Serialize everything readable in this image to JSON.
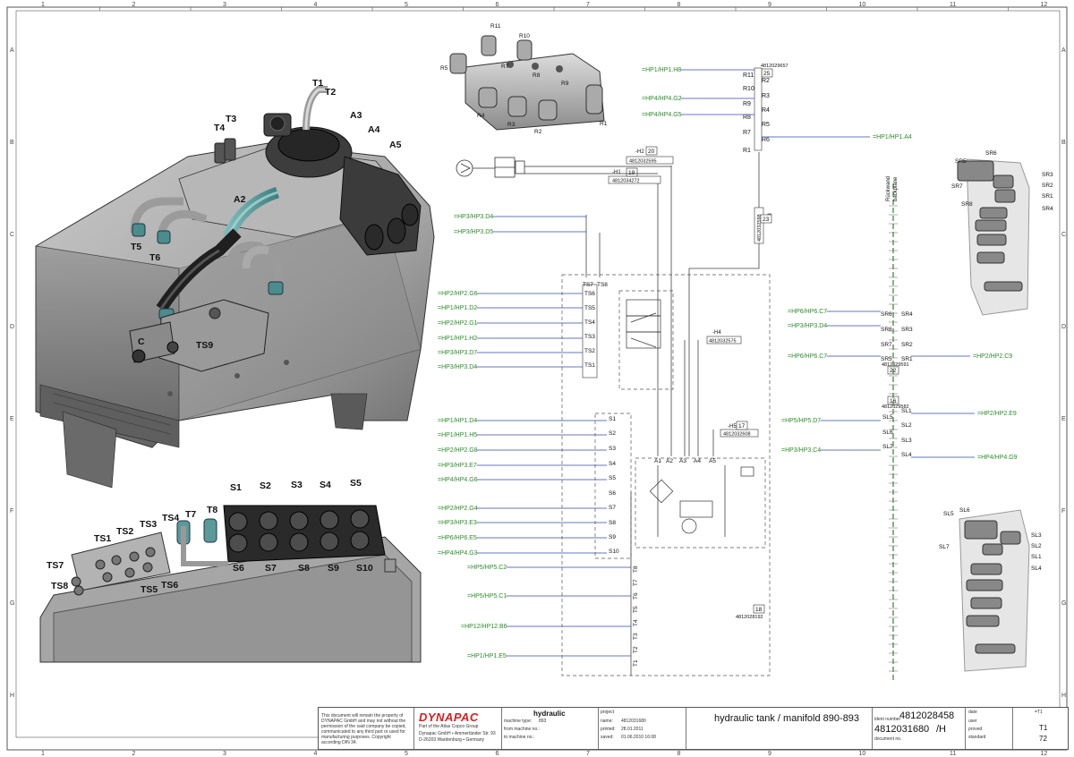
{
  "border": {
    "columns": [
      "1",
      "2",
      "3",
      "4",
      "5",
      "6",
      "7",
      "8",
      "9",
      "10",
      "11",
      "12"
    ],
    "rows": [
      "A",
      "B",
      "C",
      "D",
      "E",
      "F",
      "G",
      "H"
    ]
  },
  "tank_labels": {
    "T1": "T1",
    "T2": "T2",
    "T3": "T3",
    "T4": "T4",
    "T5": "T5",
    "T6": "T6",
    "A2": "A2",
    "A3": "A3",
    "A4": "A4",
    "A5": "A5",
    "C": "C",
    "TS9": "TS9"
  },
  "manifold_labels": {
    "S": [
      "S1",
      "S2",
      "S3",
      "S4",
      "S5"
    ],
    "S_bottom": [
      "S6",
      "S7",
      "S8",
      "S9",
      "S10"
    ],
    "TS": [
      "TS1",
      "TS2",
      "TS3",
      "TS4",
      "TS5",
      "TS6",
      "TS7",
      "TS8"
    ],
    "T7": "T7",
    "T8": "T8"
  },
  "block_r_labels": [
    "R11",
    "R10",
    "R5",
    "R7",
    "R8",
    "R9",
    "R4",
    "R3",
    "R2",
    "R1"
  ],
  "block_sr_labels": [
    "SR5",
    "SR6",
    "SR7",
    "SR8",
    "SR3",
    "SR2",
    "SR1",
    "SR4"
  ],
  "block_sl_labels": [
    "SL5",
    "SL6",
    "SL7",
    "SL3",
    "SL2",
    "SL1",
    "SL4"
  ],
  "refs_r": [
    "=HP1/HP1.H8",
    "=HP4/HP4.G2",
    "=HP4/HP4.G5"
  ],
  "ref_r_out": "=HP1/HP1.A4",
  "refs_conv": [
    "=HP3/HP3.D4",
    "=HP3/HP3.D5"
  ],
  "refs_ts": [
    "=HP2/HP2.G6",
    "=HP1/HP1.D2",
    "=HP2/HP2.G1",
    "=HP1/HP1.H2",
    "=HP3/HP3.D7",
    "=HP3/HP3.D4"
  ],
  "refs_s": [
    "=HP1/HP1.D4",
    "=HP1/HP1.H5",
    "=HP2/HP2.G8",
    "=HP3/HP3.E7",
    "=HP4/HP4.G6",
    "=HP2/HP2.G4",
    "=HP3/HP3.E3",
    "=HP6/HP6.E5",
    "=HP4/HP4.G3"
  ],
  "refs_t": [
    "=HP5/HP5.C2",
    "=HP5/HP5.C1",
    "=HP12/HP12.B6",
    "=HP1/HP1.E5"
  ],
  "refs_sr": [
    "=HP6/HP6.C7",
    "=HP3/HP3.D4",
    "=HP6/HP6.C7"
  ],
  "ref_sr_out": "=HP2/HP2.C9",
  "refs_sl": [
    "=HP5/HP5.D7",
    "=HP3/HP3.C4"
  ],
  "refs_sl_out": [
    "=HP2/HP2.E9",
    "=HP4/HP4.G9"
  ],
  "part_numbers": {
    "r_block": "4812029657",
    "h1": "4812034272",
    "h2": "4812032595",
    "h3": "4812032598",
    "h4": "4812032575",
    "h5": "4812032608",
    "n18": "4812028192",
    "n22": "4812029591",
    "n16": "4812029582"
  },
  "boxes": {
    "n25": "25",
    "n20": "20",
    "n19": "19",
    "n23": "23",
    "n17": "17",
    "n18": "18",
    "n22": "22",
    "n16": "16"
  },
  "hose_tags": {
    "h1": "-H1",
    "h2": "-H2",
    "h3": "-H3",
    "h4": "-H4",
    "h5": "-H5"
  },
  "r_ports": [
    "R11",
    "R2",
    "R10",
    "R3",
    "R9",
    "R4",
    "R8",
    "R5",
    "R7",
    "R6",
    "R1"
  ],
  "ts_ports": [
    "TS6",
    "TS5",
    "TS4",
    "TS3",
    "TS2",
    "TS1"
  ],
  "ts_top": [
    "TS7",
    "TS8"
  ],
  "s_ports": [
    "S1",
    "S2",
    "S3",
    "S4",
    "S5",
    "S6",
    "S7",
    "S8",
    "S9",
    "S10"
  ],
  "t_ports": [
    "T8",
    "T7",
    "T6",
    "T5",
    "T4",
    "T3",
    "T2",
    "T1"
  ],
  "a_ports": [
    "A1",
    "A2",
    "A3",
    "A4",
    "A5"
  ],
  "sr_ports": [
    "SR6",
    "SR4",
    "SR8",
    "SR3",
    "SR7",
    "SR2",
    "SR5",
    "SR1"
  ],
  "sl_ports": [
    "SL5",
    "SL1",
    "SL6",
    "SL2",
    "SL3",
    "SL7",
    "SL4"
  ],
  "ruckwand": "Rückwand\nbackplane",
  "title": {
    "disclaimer": "This document will remain the property of DYNAPAC GmbH and may not without the permission of the said company be copied, communicated to any third part or used for manufacturing purposes. Copyright according DIN 34.",
    "company": "DYNAPAC",
    "group": "Part of the Atlas Copco Group",
    "address1": "Dynapac GmbH ▪ Ammerländer Str. 93",
    "address2": "D-26203 Wardenburg ▪ Germany",
    "sheet_kind": "hydraulic",
    "machine_type_label": "machine type:",
    "machine_type": "893",
    "from_machine_label": "from machine no.:",
    "to_machine_label": "to machine no.:",
    "project_label": "project",
    "name_label": "name:",
    "name": "4812031680",
    "printed_label": "printed:",
    "printed": "28.01.2011",
    "saved_label": "saved:",
    "saved": "01.06.2010 16:08",
    "description": "hydraulic tank / manifold 890-893",
    "ident_label": "ident number",
    "ident": "4812028458",
    "doc_label": "document no.",
    "doc": "4812031680",
    "rev": "/H",
    "date_label": "date",
    "user_label": "user",
    "proved_label": "proved",
    "standard_label": "standard",
    "sheet_ref": "=T1",
    "sheet": "T1",
    "pages": "72"
  }
}
